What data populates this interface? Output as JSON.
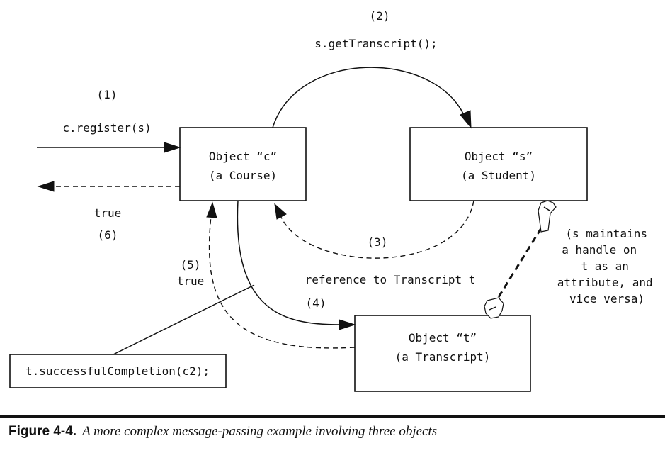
{
  "objects": {
    "c": {
      "name": "Object “c”",
      "type": "(a Course)"
    },
    "s": {
      "name": "Object “s”",
      "type": "(a Student)"
    },
    "t": {
      "name": "Object “t”",
      "type": "(a Transcript)"
    }
  },
  "messages": {
    "m1": {
      "step": "(1)",
      "text": "c.register(s)"
    },
    "m2": {
      "step": "(2)",
      "text": "s.getTranscript();"
    },
    "m3": {
      "step": "(3)",
      "text": "reference to Transcript t"
    },
    "m4": {
      "step": "(4)"
    },
    "m5": {
      "step": "(5)",
      "text": "true"
    },
    "m6": {
      "step": "(6)",
      "text": "true"
    }
  },
  "callout": {
    "text": "t.successfulCompletion(c2);"
  },
  "handle_note": [
    "(s maintains",
    "a handle on",
    "t as an",
    "attribute, and",
    "vice versa)"
  ],
  "caption": {
    "label": "Figure 4-4.",
    "text": "A more complex message-passing example involving three objects"
  },
  "colors": {
    "ink": "#111111",
    "background": "#ffffff"
  }
}
